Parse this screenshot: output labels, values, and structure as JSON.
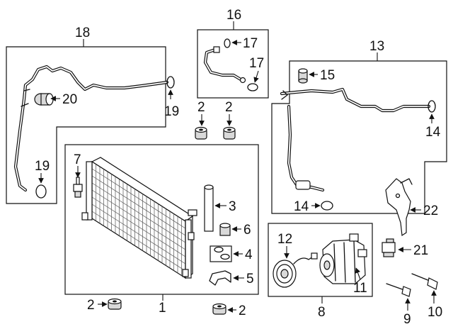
{
  "diagram": {
    "callouts": {
      "c2a": "2",
      "c2b": "2",
      "c2c": "2",
      "c2d": "2",
      "c3": "3",
      "c4": "4",
      "c5": "5",
      "c6": "6",
      "c7": "7",
      "c8": "8",
      "c9": "9",
      "c10": "10",
      "c11": "11",
      "c12": "12",
      "c13": "13",
      "c14a": "14",
      "c14b": "14",
      "c15": "15",
      "c16": "16",
      "c17a": "17",
      "c17b": "17",
      "c18": "18",
      "c19a": "19",
      "c19b": "19",
      "c20": "20",
      "c21": "21",
      "c22": "22",
      "c1": "1"
    }
  }
}
